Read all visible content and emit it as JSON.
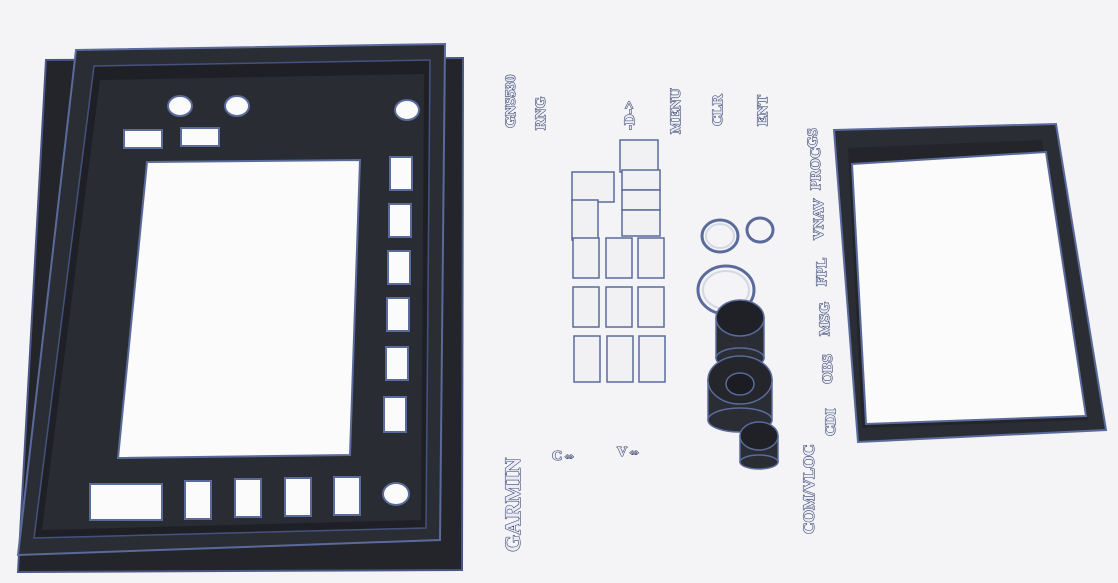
{
  "scene": {
    "background_color": "#f4f4f6",
    "part_color": "#2a2c33",
    "edge_color": "#5a6a9a",
    "key_color": "#f1f1f3"
  },
  "labels": {
    "gns530": "GNS530",
    "rng": "RNG",
    "direct_to": "-D->",
    "menu": "MENU",
    "clr": "CLR",
    "ent": "ENT",
    "cursor_c": "C⇔",
    "cursor_v": "V⇔",
    "garmin": "GARMIN",
    "com_vloc": "COM/VLOC",
    "cdi": "CDI",
    "obs": "OBS",
    "msg": "MSG",
    "fpl": "FPL",
    "vnav": "VNAV",
    "proc": "PROC",
    "gs": "GS"
  }
}
